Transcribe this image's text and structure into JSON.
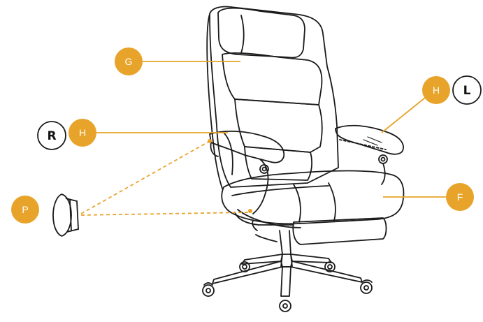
{
  "callouts": {
    "G": {
      "label": "G"
    },
    "H_left": {
      "label": "H"
    },
    "H_right": {
      "label": "H"
    },
    "F": {
      "label": "F"
    },
    "P": {
      "label": "P"
    }
  },
  "side_markers": {
    "R": {
      "label": "R"
    },
    "L": {
      "label": "L"
    }
  },
  "colors": {
    "accent": "#E8A42A",
    "outline": "#1a1a1a",
    "background": "#ffffff"
  }
}
